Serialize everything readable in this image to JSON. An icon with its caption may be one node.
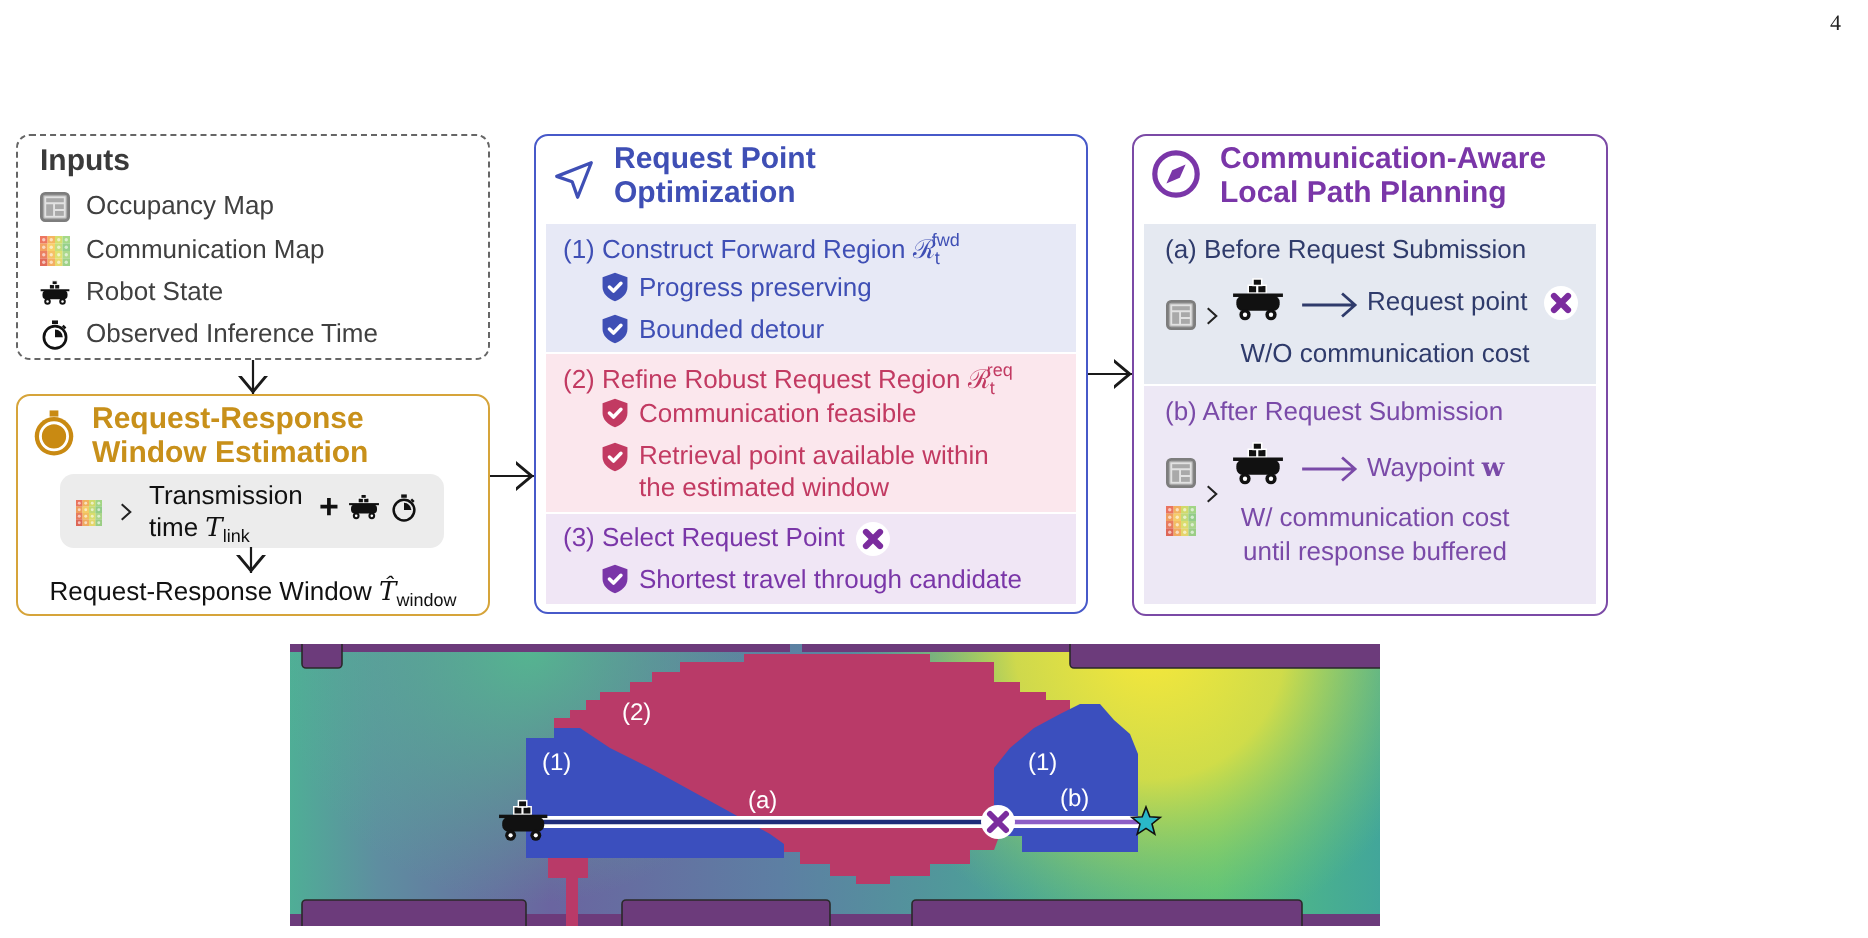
{
  "diagram": {
    "nodes": [
      {
        "text": [
          "Inputs",
          "Occupancy Map",
          "Communication Map",
          "Robot State",
          "Observed Inference Time"
        ]
      },
      {
        "text": [
          "Request-Response Window Estimation"
        ]
      },
      {
        "text": [
          "Transmission time *T*$_{link}$",
          "+"
        ],
        "in": 1
      },
      {
        "text": [
          "Request-Response Window *T̂*$_{window}$"
        ],
        "in": 1
      },
      {
        "text": [
          "Request Point Optimization"
        ]
      },
      {
        "text": [
          "(1) Construct Forward Region ℛ$_{t}$$^{fwd}$",
          "Progress preserving",
          "Bounded detour"
        ],
        "in": 4
      },
      {
        "text": [
          "(2) Refine Robust Request Region ℛ$_{t}$$^{req}$",
          "Communication feasible",
          "Retrieval point available within the estimated window"
        ],
        "in": 4
      },
      {
        "text": [
          "(3) Select Request Point",
          "Shortest travel through candidate"
        ],
        "in": 4
      },
      {
        "text": [
          "Communication-Aware Local Path Planning"
        ]
      },
      {
        "text": [
          "(a) Before Request Submission",
          "Request point",
          "W/O communication cost"
        ],
        "in": 8
      },
      {
        "text": [
          "(b) After Request Submission",
          "Waypoint **w**",
          "W/ communication cost until response buffered"
        ],
        "in": 8
      }
    ],
    "edges": [
      {
        "from": 0,
        "to": 1,
        "arrow": "to"
      },
      {
        "from": 2,
        "to": 3,
        "arrow": "to"
      },
      {
        "from": 1,
        "to": 4,
        "arrow": "to"
      },
      {
        "from": 4,
        "to": 8,
        "arrow": "to"
      }
    ],
    "labels": [
      "4",
      "(2)",
      "(1)",
      "(1)",
      "(a)",
      "(b)"
    ]
  }
}
